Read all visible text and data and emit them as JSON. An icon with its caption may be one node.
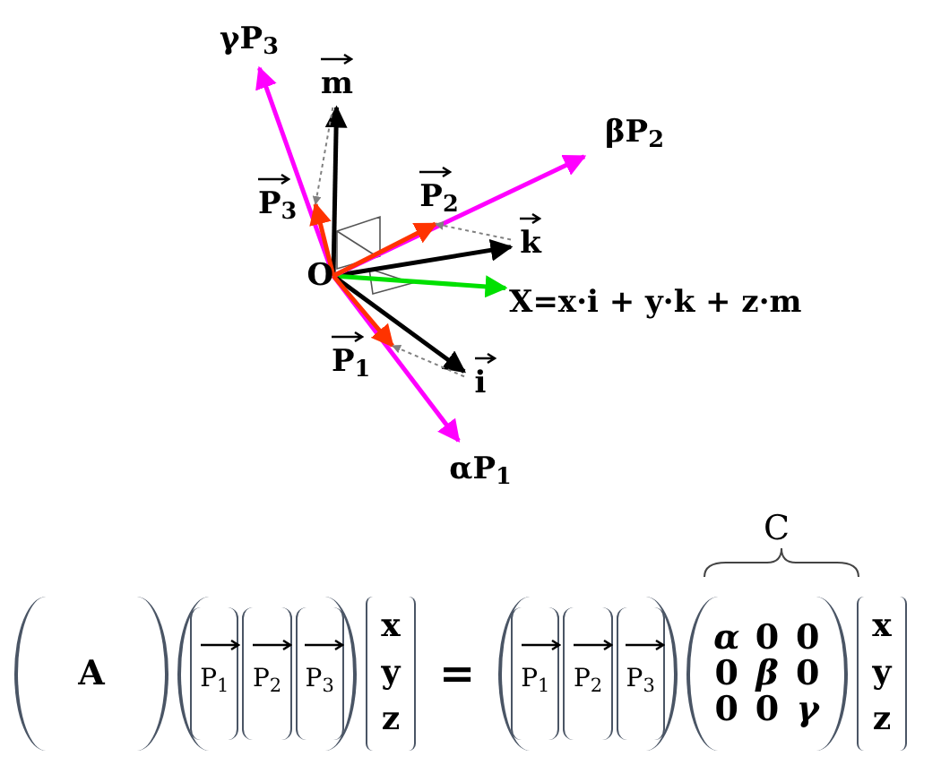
{
  "diagram": {
    "nodes": [
      {
        "text": [
          "O"
        ]
      },
      {
        "text": [
          "γP$_{3}$"
        ]
      },
      {
        "text": [
          "m"
        ]
      },
      {
        "text": [
          "βP$_{2}$"
        ]
      },
      {
        "text": [
          "k"
        ]
      },
      {
        "text": [
          "X=x·i + y·k + z·m"
        ]
      },
      {
        "text": [
          "i"
        ]
      },
      {
        "text": [
          "αP$_{1}$"
        ]
      },
      {
        "text": [
          "P$_{2}$"
        ]
      },
      {
        "text": [
          "P$_{3}$"
        ]
      },
      {
        "text": [
          "P$_{1}$"
        ]
      }
    ],
    "edges": [
      {
        "from": 0,
        "to": 2,
        "arrow": "to",
        "color": "#000000"
      },
      {
        "from": 0,
        "to": 4,
        "arrow": "to",
        "color": "#000000"
      },
      {
        "from": 0,
        "to": 5,
        "arrow": "to",
        "color": "#00e000"
      },
      {
        "from": 0,
        "to": 6,
        "arrow": "to",
        "color": "#000000"
      },
      {
        "from": 0,
        "to": 7,
        "arrow": "to",
        "color": "#ff00ff"
      },
      {
        "from": 0,
        "to": 3,
        "arrow": "to",
        "color": "#ff00ff"
      },
      {
        "from": 0,
        "to": 1,
        "arrow": "to",
        "color": "#ff00ff"
      },
      {
        "from": 0,
        "to": 10,
        "arrow": "to",
        "color": "#ff3300"
      },
      {
        "from": 0,
        "to": 8,
        "arrow": "to",
        "color": "#ff3300"
      },
      {
        "from": 0,
        "to": 9,
        "arrow": "to",
        "color": "#ff3300"
      },
      {
        "from": 2,
        "to": 9,
        "arrow": "to",
        "style": "dashed",
        "color": "#808080"
      },
      {
        "from": 4,
        "to": 8,
        "arrow": "to",
        "style": "dashed",
        "color": "#808080"
      },
      {
        "from": 6,
        "to": 10,
        "arrow": "to",
        "style": "dashed",
        "color": "#808080"
      }
    ],
    "labels": [
      "C",
      "A",
      "P$_{1}$",
      "P$_{2}$",
      "P$_{3}$",
      "x",
      "y",
      "z",
      "=",
      "P$_{1}$",
      "P$_{2}$",
      "P$_{3}$",
      "*α*",
      "0",
      "0",
      "0",
      "*β*",
      "0",
      "0",
      "0",
      "*γ*",
      "x",
      "y",
      "z"
    ]
  }
}
